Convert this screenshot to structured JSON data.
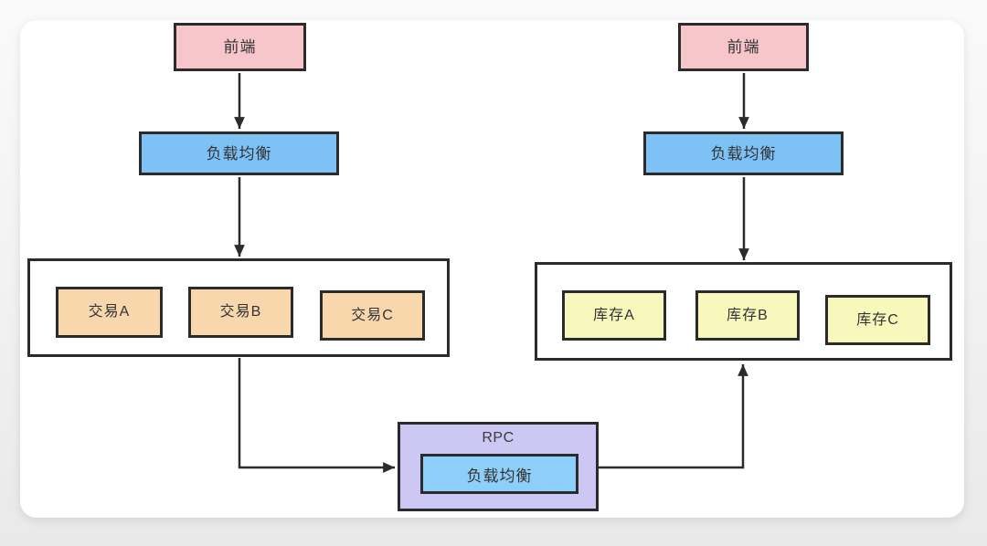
{
  "diagram": {
    "left_flow": {
      "frontend_label": "前端",
      "load_balancer_label": "负载均衡",
      "services": [
        "交易A",
        "交易B",
        "交易C"
      ]
    },
    "right_flow": {
      "frontend_label": "前端",
      "load_balancer_label": "负载均衡",
      "services": [
        "库存A",
        "库存B",
        "库存C"
      ]
    },
    "rpc": {
      "title": "RPC",
      "load_balancer_label": "负载均衡"
    },
    "colors": {
      "frontend_fill": "#f6c6cb",
      "load_balancer_fill": "#7ec1f5",
      "rpc_load_balancer_fill": "#8dcff8",
      "transaction_service_fill": "#f9d7ad",
      "inventory_service_fill": "#f9f8bc",
      "rpc_group_fill": "#ccc7f3",
      "shape_stroke": "#2b2b2b",
      "text_color": "#333333",
      "card_background": "#ffffff",
      "page_background": "#f0f0f0"
    }
  }
}
